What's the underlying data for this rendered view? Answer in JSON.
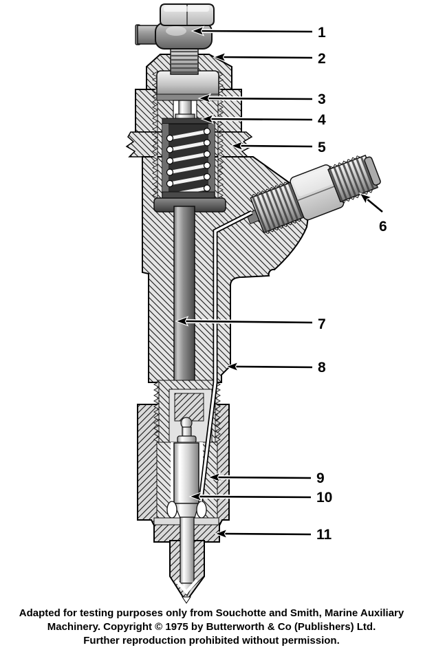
{
  "figure": {
    "callouts": [
      {
        "number": "1"
      },
      {
        "number": "2"
      },
      {
        "number": "3"
      },
      {
        "number": "4"
      },
      {
        "number": "5"
      },
      {
        "number": "6"
      },
      {
        "number": "7"
      },
      {
        "number": "8"
      },
      {
        "number": "9"
      },
      {
        "number": "10"
      },
      {
        "number": "11"
      }
    ],
    "caption": {
      "line1": "Adapted for testing purposes only from Souchotte and Smith, Marine Auxiliary",
      "line2": "Machinery. Copyright © 1975 by Butterworth & Co (Publishers) Ltd.",
      "line3": "Further reproduction prohibited without permission."
    },
    "colors": {
      "background": "#ffffff",
      "outline": "#000000",
      "body_hatch_fill": "#e4e4e4",
      "nut_hatch_fill": "#d9d9d9",
      "spring": "#2f2f2f",
      "metal_light": "#f4f4f4",
      "metal_dark": "#6e6e6e"
    }
  }
}
